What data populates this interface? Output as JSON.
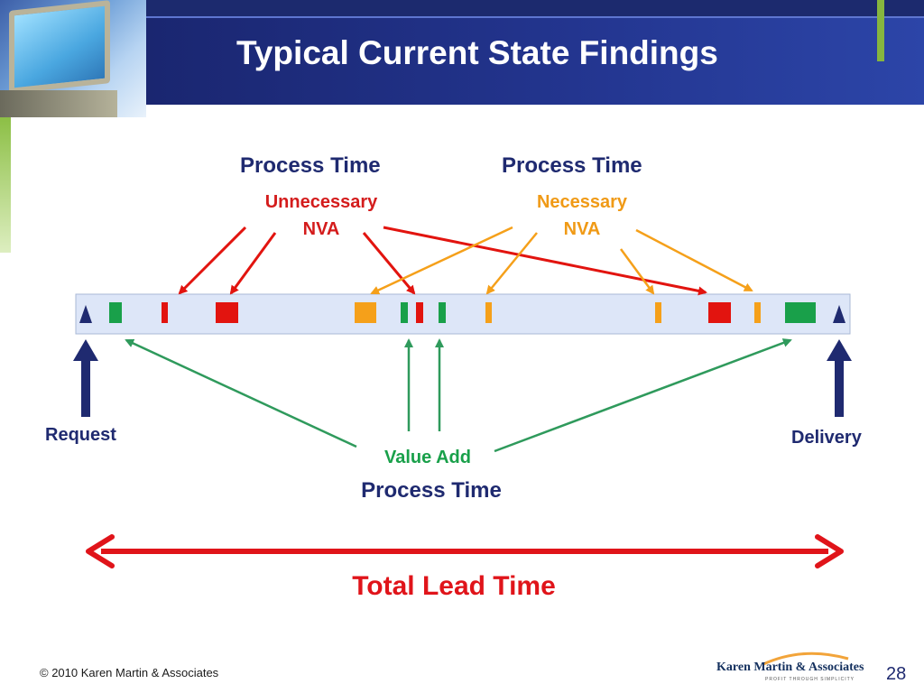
{
  "slide": {
    "title": "Typical Current State Findings",
    "copyright": "© 2010 Karen Martin & Associates",
    "page_number": "28",
    "brand": {
      "name": "Karen Martin & Associates",
      "tagline": "PROFIT THROUGH SIMPLICITY"
    }
  },
  "labels": {
    "unnecessary": {
      "heading": "Process Time",
      "line1": "Unnecessary",
      "line2": "NVA"
    },
    "necessary": {
      "heading": "Process Time",
      "line1": "Necessary",
      "line2": "NVA"
    },
    "value_add": {
      "line1": "Value Add",
      "line2": "Process Time"
    },
    "request": "Request",
    "delivery": "Delivery",
    "total_lead_time": "Total Lead Time"
  },
  "colors": {
    "navy": "#1f2a70",
    "value_add_green": "#19a04a",
    "unnecessary_red": "#e2140f",
    "necessary_orange": "#f5a01a",
    "timeline_fill": "#dde6f8",
    "lead_time_red": "#e0141a"
  }
}
